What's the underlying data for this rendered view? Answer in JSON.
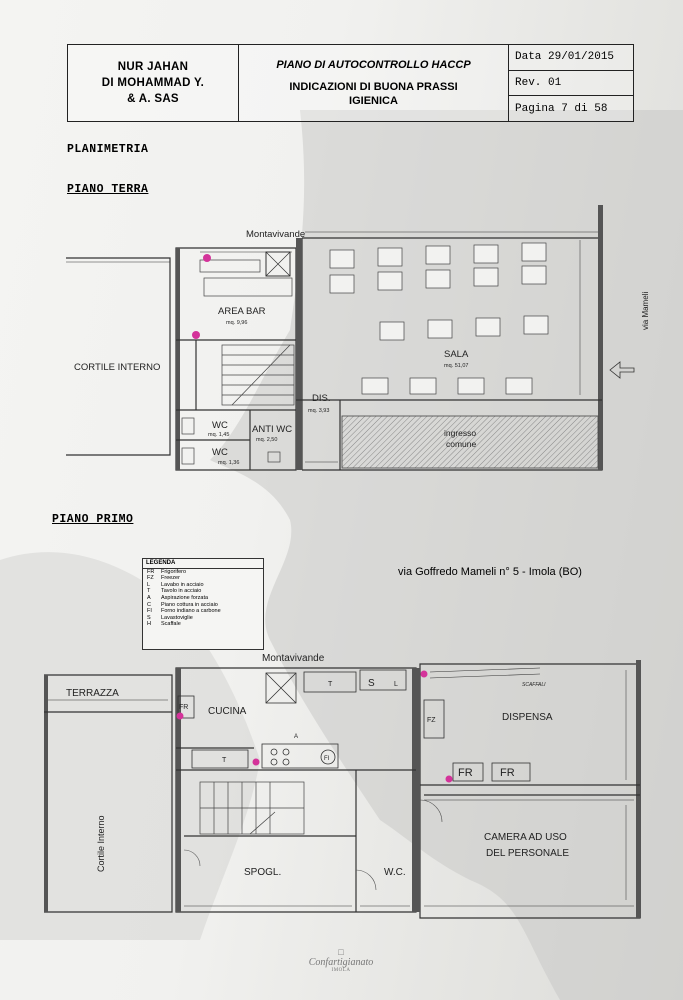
{
  "header": {
    "company_line1": "NUR JAHAN",
    "company_line2": "DI MOHAMMAD Y.",
    "company_line3": "& A. SAS",
    "title_line1": "PIANO DI AUTOCONTROLLO HACCP",
    "title_line2": "INDICAZIONI DI BUONA PRASSI",
    "title_line3": "IGIENICA",
    "date": "Data 29/01/2015",
    "revision": "Rev. 01",
    "page": "Pagina 7 di 58"
  },
  "section_title": "PLANIMETRIA",
  "ground_floor": {
    "heading": "PIANO TERRA",
    "labels": {
      "montavivande": "Montavivande",
      "area_bar": "AREA BAR",
      "area_bar_mq": "mq. 9,96",
      "cortile": "CORTILE INTERNO",
      "sala": "SALA",
      "sala_mq": "mq. 51,07",
      "dis": "DIS.",
      "dis_mq": "mq. 3,93",
      "wc1": "WC",
      "wc1_mq": "mq. 1,45",
      "antiwc": "ANTI WC",
      "antiwc_mq": "mq. 2,50",
      "wc2": "WC",
      "wc2_mq": "mq. 1,36",
      "ingresso": "ingresso",
      "comune": "comune",
      "street": "via Mameli"
    }
  },
  "first_floor": {
    "heading": "PIANO PRIMO",
    "address": "via Goffredo Mameli n° 5 - Imola (BO)",
    "labels": {
      "montavivande": "Montavivande",
      "terrazza": "TERRAZZA",
      "cucina": "CUCINA",
      "dispensa": "DISPENSA",
      "cortile": "Cortile Interno",
      "spogl": "SPOGL.",
      "wc": "W.C.",
      "camera1": "CAMERA AD USO",
      "camera2": "DEL PERSONALE",
      "fr1": "FR",
      "fr2": "FR",
      "fr3": "FR",
      "fz": "FZ",
      "t1": "T",
      "t2": "T",
      "s": "S",
      "l": "L",
      "a": "A",
      "fi": "FI",
      "scaffali": "SCAFFALI"
    }
  },
  "legend": {
    "title": "LEGENDA",
    "items": [
      {
        "code": "FR",
        "text": "Frigorifero"
      },
      {
        "code": "FZ",
        "text": "Freezer"
      },
      {
        "code": "L",
        "text": "Lavabo in acciaio"
      },
      {
        "code": "T",
        "text": "Tavolo in acciaio"
      },
      {
        "code": "A",
        "text": "Aspirazione forzata"
      },
      {
        "code": "C",
        "text": "Piano cottura in acciaio"
      },
      {
        "code": "FI",
        "text": "Forno indiano a carbone"
      },
      {
        "code": "S",
        "text": "Lavastoviglie"
      },
      {
        "code": "H",
        "text": "Scaffale"
      }
    ]
  },
  "footer_logo": {
    "text": "Confartigianato",
    "sub": "IMOLA"
  }
}
